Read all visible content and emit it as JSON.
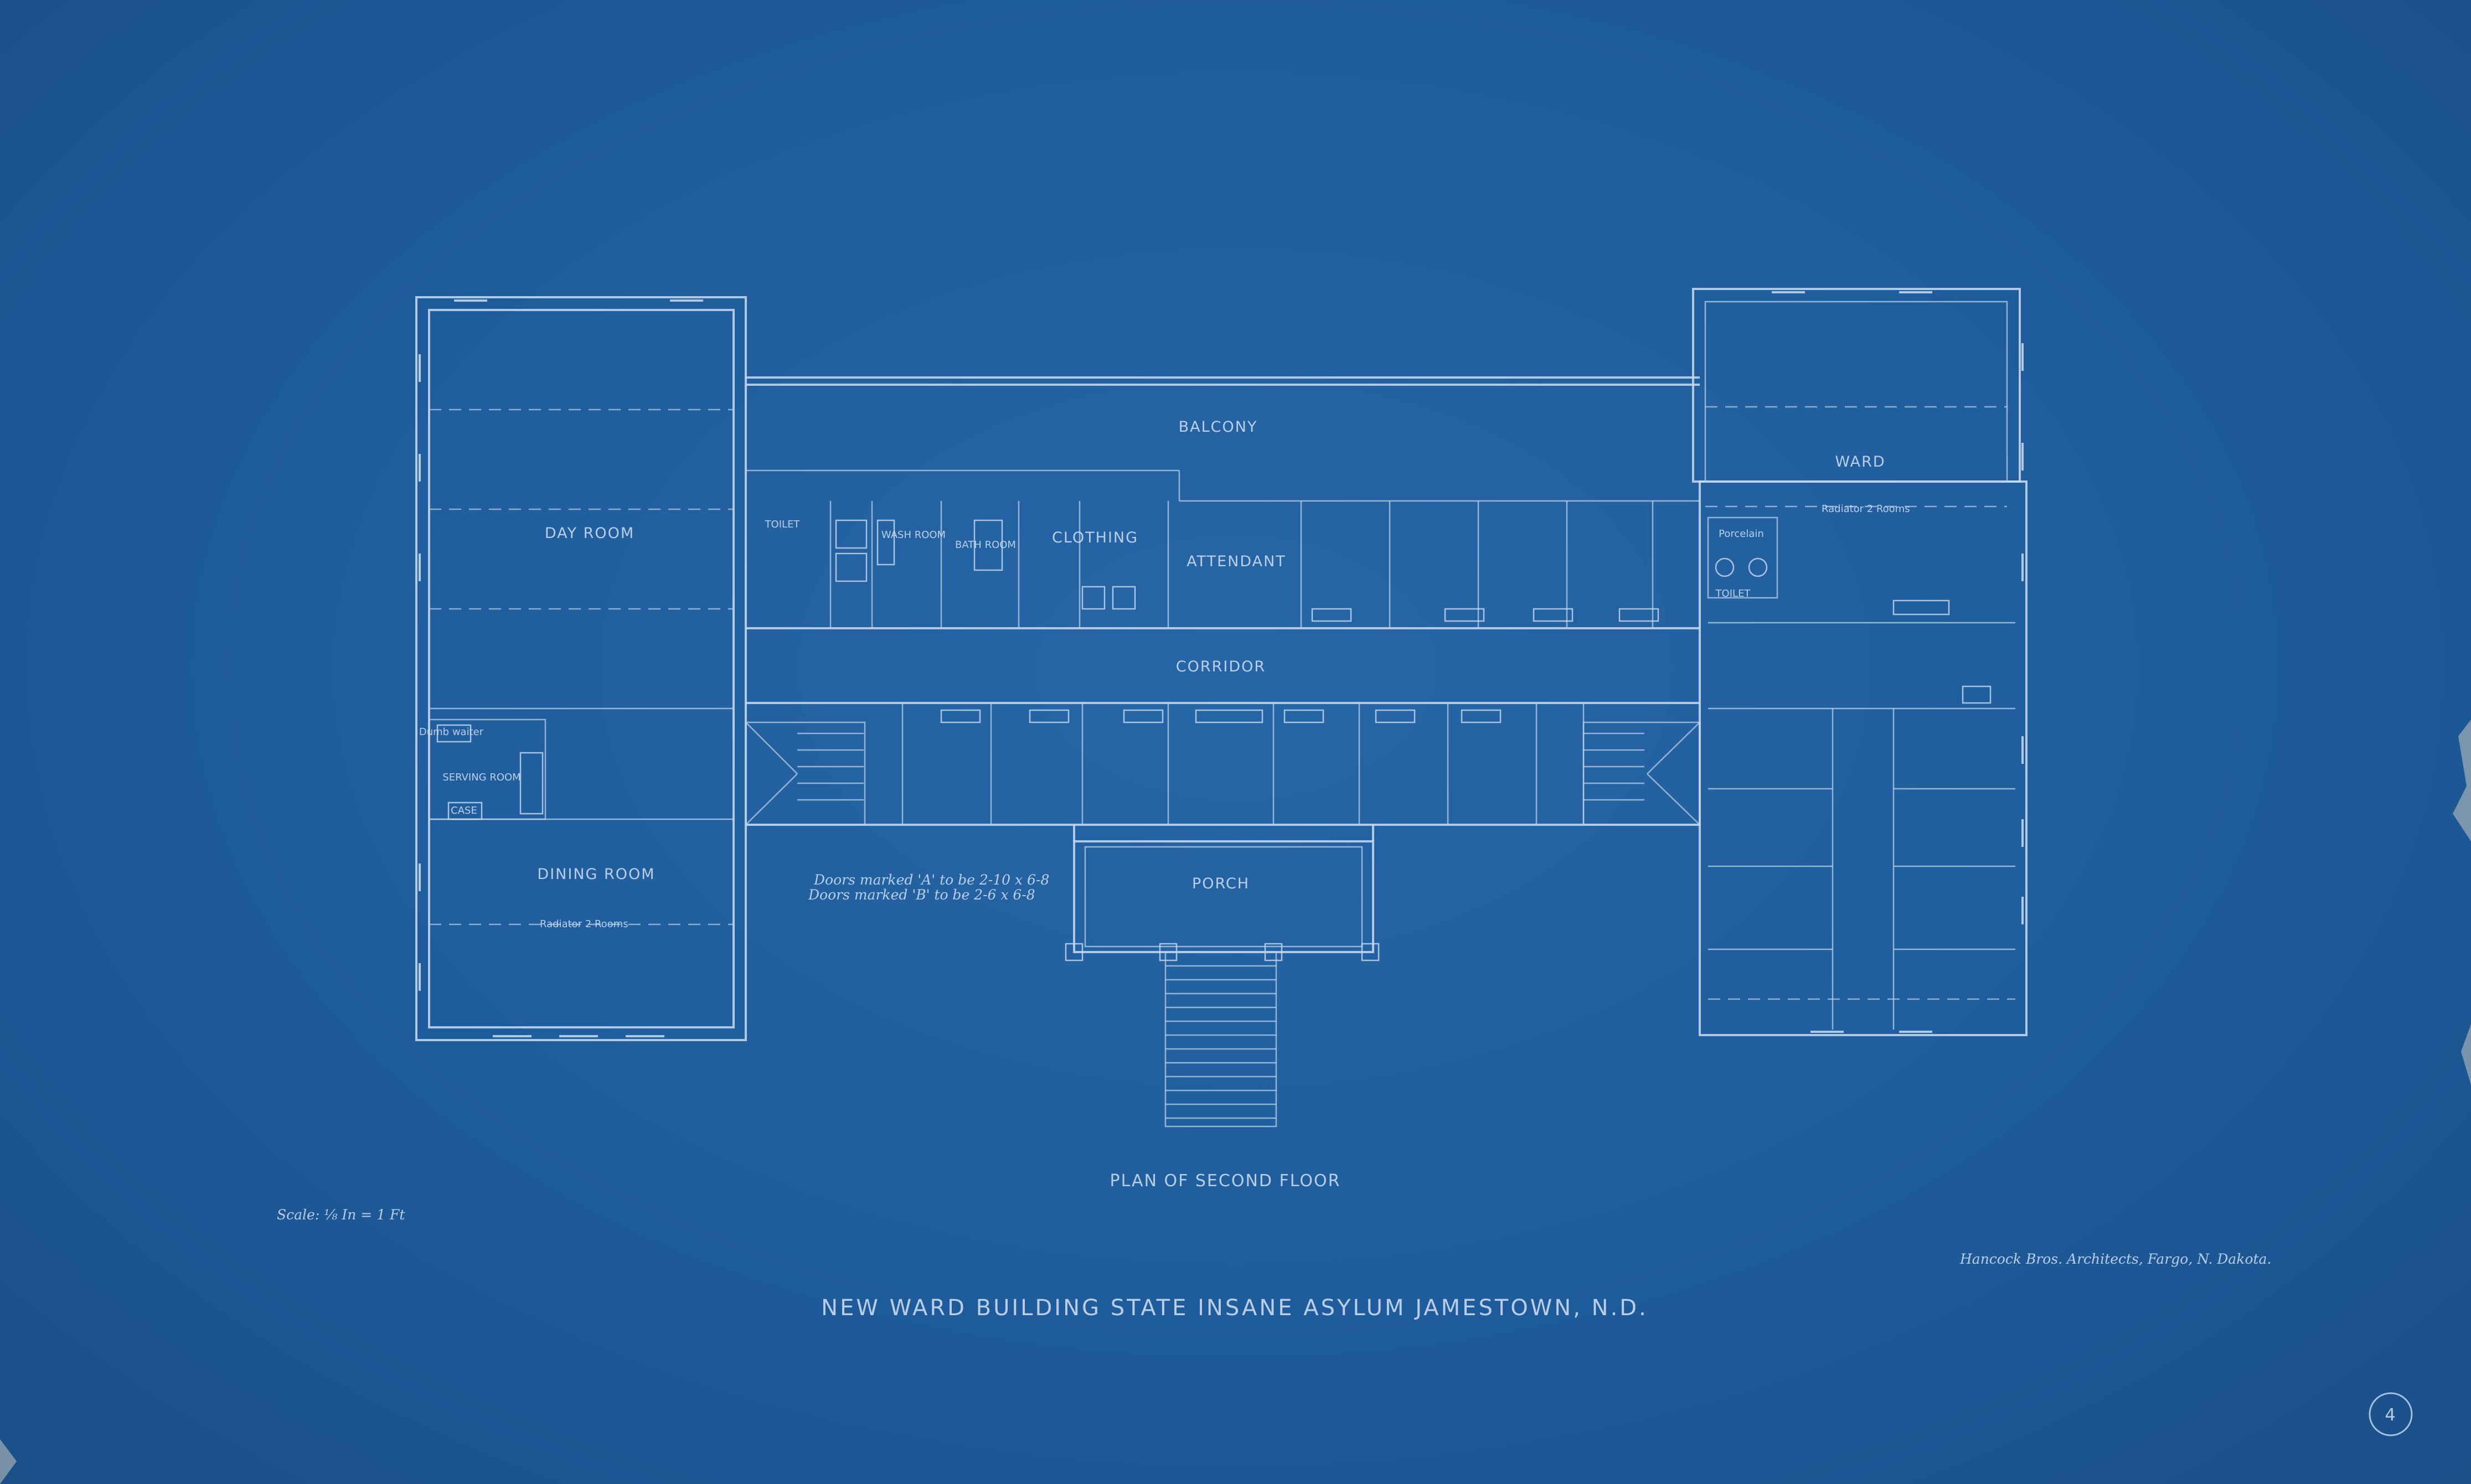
{
  "sheet": {
    "title": "NEW WARD BUILDING  STATE INSANE  ASYLUM JAMESTOWN, N.D.",
    "plan_title": "PLAN OF SECOND FLOOR",
    "scale": "Scale: ⅛ In = 1 Ft",
    "architect": "Hancock Bros. Architects, Fargo, N. Dakota.",
    "sheet_number": "4"
  },
  "rooms": {
    "balcony": "BALCONY",
    "ward": "WARD",
    "day_room": "DAY ROOM",
    "toilet": "TOILET",
    "wash_room": "WASH ROOM",
    "bath_room": "BATH ROOM",
    "clothing": "CLOTHING",
    "attendant": "ATTENDANT",
    "corridor": "CORRIDOR",
    "serving_room": "SERVING ROOM",
    "dining_room": "DINING ROOM",
    "porch": "PORCH",
    "toilet_right": "TOILET",
    "dumb_waiter": "Dumb waiter",
    "case": "CASE",
    "porcelain": "Porcelain"
  },
  "notes": {
    "doors_a": "Doors marked 'A' to be 2-10 x 6-8",
    "doors_b": "Doors marked 'B' to be 2-6 x 6-8",
    "radiator_left": "Radiator 2 Rooms",
    "radiator_right": "Radiator 2 Rooms"
  }
}
